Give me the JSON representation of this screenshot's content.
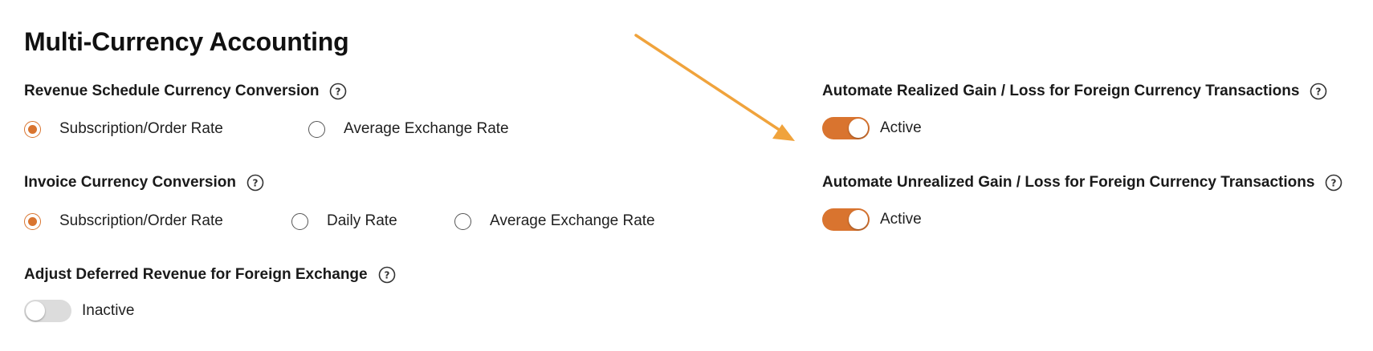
{
  "title": "Multi-Currency Accounting",
  "revenue_schedule": {
    "label": "Revenue Schedule Currency Conversion",
    "help_icon": "question-circle-icon",
    "options": [
      {
        "label": "Subscription/Order Rate",
        "checked": true
      },
      {
        "label": "Average Exchange Rate",
        "checked": false
      }
    ]
  },
  "invoice_conversion": {
    "label": "Invoice Currency Conversion",
    "help_icon": "question-circle-icon",
    "options": [
      {
        "label": "Subscription/Order Rate",
        "checked": true
      },
      {
        "label": "Daily Rate",
        "checked": false
      },
      {
        "label": "Average Exchange Rate",
        "checked": false
      }
    ]
  },
  "deferred_revenue": {
    "label": "Adjust Deferred Revenue for Foreign Exchange",
    "help_icon": "question-circle-icon",
    "toggle_on": false,
    "status": "Inactive"
  },
  "realized_gain_loss": {
    "label": "Automate Realized Gain / Loss for Foreign Currency Transactions",
    "help_icon": "question-circle-icon",
    "toggle_on": true,
    "status": "Active"
  },
  "unrealized_gain_loss": {
    "label": "Automate Unrealized Gain / Loss for Foreign Currency Transactions",
    "help_icon": "question-circle-icon",
    "toggle_on": true,
    "status": "Active"
  },
  "colors": {
    "accent": "#d9742f",
    "annotation_arrow": "#f0a33c",
    "toggle_off": "#dcdcdc",
    "text": "#1a1a1a"
  }
}
